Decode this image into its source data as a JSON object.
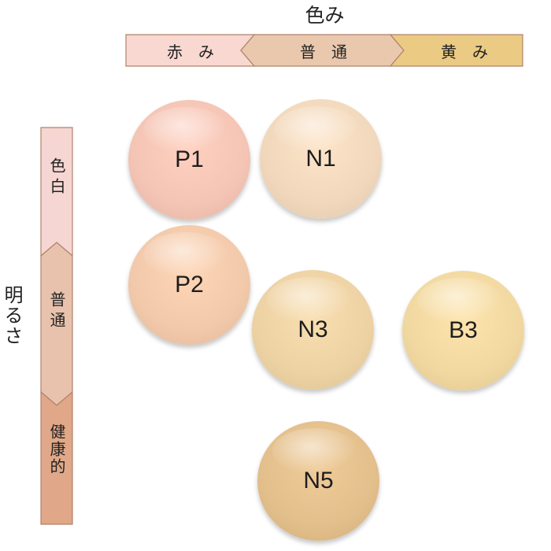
{
  "hue_axis": {
    "title": "色み",
    "segments": [
      "赤　み",
      "普　通",
      "黄　み"
    ],
    "colors": [
      "#f8d8d0",
      "#e9c8ae",
      "#ebca83"
    ]
  },
  "brightness_axis": {
    "title": "明るさ",
    "segments": [
      "色白",
      "普通",
      "健康的"
    ],
    "colors": [
      "#f6d6d2",
      "#e8c2ac",
      "#e0a888"
    ]
  },
  "swatches": [
    {
      "label": "P1",
      "color": "#f4c4b4"
    },
    {
      "label": "N1",
      "color": "#f1d8bc"
    },
    {
      "label": "P2",
      "color": "#f2c9aa"
    },
    {
      "label": "N3",
      "color": "#edd2a4"
    },
    {
      "label": "B3",
      "color": "#f1d8a0"
    },
    {
      "label": "N5",
      "color": "#e3bf8c"
    }
  ]
}
